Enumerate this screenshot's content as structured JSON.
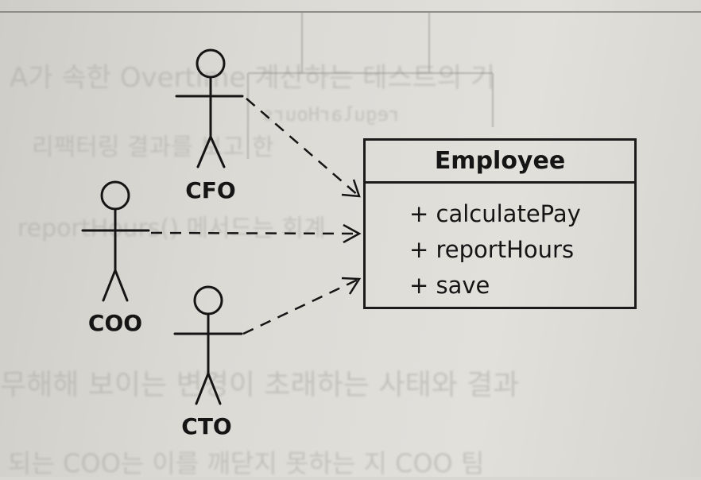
{
  "diagram": {
    "class": {
      "name": "Employee",
      "operations": [
        "+ calculatePay",
        "+ reportHours",
        "+ save"
      ]
    },
    "actors": [
      {
        "label": "CFO"
      },
      {
        "label": "COO"
      },
      {
        "label": "CTO"
      }
    ]
  },
  "background_text": {
    "bleed_code": "regularHours",
    "bleed_mid": "reportHours() 메서드는 회계",
    "bleed_line1": "A가 속한 Overtime 계산하는 테스트의 기",
    "bleed_line2": "리팩터링 결과를 보고 한",
    "bleed_bottom1": "무해해 보이는 변경이 초래하는 사태와 결과",
    "bleed_bottom2": "되는 COO는 이를 깨닫지 못하는 지 COO 팀"
  },
  "colors": {
    "ink": "#151515",
    "paper": "#dcdad5",
    "bleed": "#aeaca8"
  }
}
